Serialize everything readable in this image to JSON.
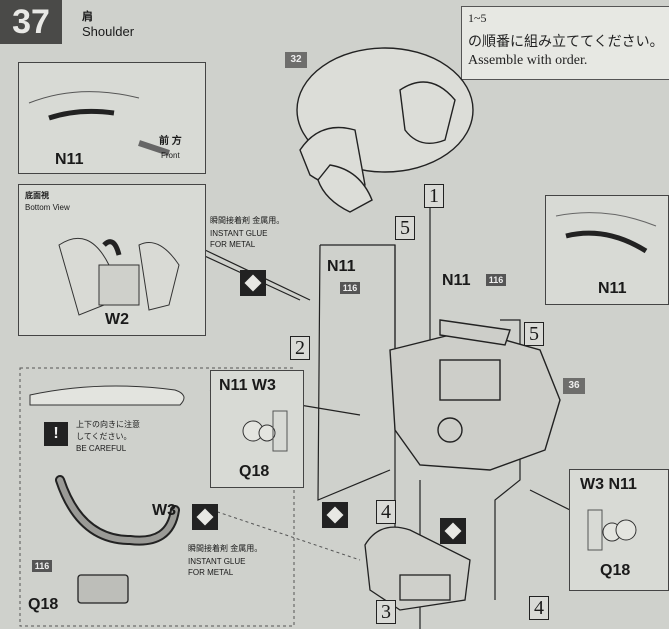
{
  "step": {
    "number": "37",
    "title_jp": "肩",
    "title_en": "Shoulder"
  },
  "order_note": {
    "range": "1~5",
    "jp": "の順番に組み立ててください。",
    "en": "Assemble with order."
  },
  "refs": {
    "ref_32": "32",
    "ref_36": "36"
  },
  "inset_top_left": {
    "part": "N11",
    "direction_jp": "前 方",
    "direction_en": "Front"
  },
  "inset_bottom_view": {
    "title_jp": "底面視",
    "title_en": "Bottom View",
    "part": "W2"
  },
  "inset_right_top": {
    "part": "N11"
  },
  "inset_mid_left": {
    "parts": "N11 W3",
    "bottom_part": "Q18"
  },
  "inset_right_bottom": {
    "parts": "W3 N11",
    "bottom_part": "Q18"
  },
  "glue_note": {
    "jp": "瞬間接着剤 金属用。",
    "en_line1": "INSTANT GLUE",
    "en_line2": "FOR METAL"
  },
  "glue_note_bottom": {
    "jp": "瞬間接着剤 金属用。",
    "en_line1": "INSTANT GLUE",
    "en_line2": "FOR METAL"
  },
  "caution": {
    "jp_line1": "上下の向きに注意",
    "jp_line2": "してください。",
    "en": "BE CAREFUL"
  },
  "callouts": {
    "n11_upper": "N11",
    "code_upper": "116",
    "n11_right": "N11",
    "code_right": "116",
    "w3_lower": "W3",
    "code_lower": "116",
    "q18_lower": "Q18"
  },
  "order_markers": [
    "1",
    "2",
    "3",
    "4",
    "4",
    "5",
    "5"
  ],
  "colors": {
    "background": "#cfd1cc",
    "step_badge": "#4a4a48",
    "ink": "#1a1a1a"
  }
}
